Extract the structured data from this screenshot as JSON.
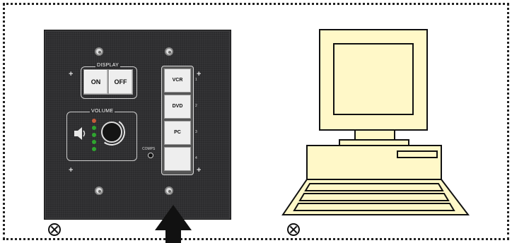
{
  "display_group": {
    "label": "DISPLAY",
    "on_label": "ON",
    "off_label": "OFF"
  },
  "volume_group": {
    "label": "VOLUME",
    "led_levels_lit": 5
  },
  "input_buttons": [
    {
      "label": "VCR",
      "tick": "1"
    },
    {
      "label": "DVD",
      "tick": "2"
    },
    {
      "label": "PC",
      "tick": "3"
    },
    {
      "label": "",
      "tick": "4"
    }
  ],
  "comp_label": "COMPS",
  "colors": {
    "panel": "#2c2c2e",
    "computer_fill": "#fff8c8",
    "led_green": "#2fa52f",
    "led_red": "#c65a3a",
    "arrow": "#111111"
  },
  "icons": [
    "speaker-icon",
    "volume-knob-icon",
    "ground-symbol-icon",
    "arrow-up-icon",
    "computer-icon"
  ]
}
